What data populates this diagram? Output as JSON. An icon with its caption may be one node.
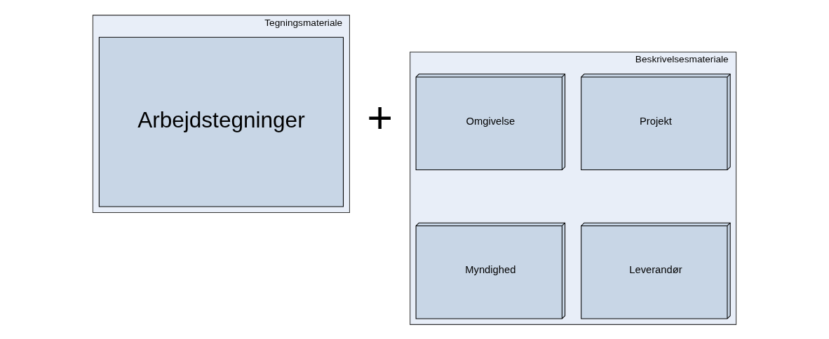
{
  "diagram": {
    "nodes": [
      {
        "text": [
          "Tegningsmateriale"
        ]
      },
      {
        "text": [
          "Arbejdstegninger"
        ],
        "in": 0
      },
      {
        "text": [
          "Beskrivelsesmateriale"
        ]
      },
      {
        "text": [
          "Projekt"
        ],
        "in": 2
      },
      {
        "text": [
          "Omgivelse"
        ],
        "in": 2
      },
      {
        "text": [
          "Leverandør"
        ],
        "in": 2
      },
      {
        "text": [
          "Myndighed"
        ],
        "in": 2
      }
    ],
    "edges": [],
    "labels": [
      "+"
    ]
  }
}
